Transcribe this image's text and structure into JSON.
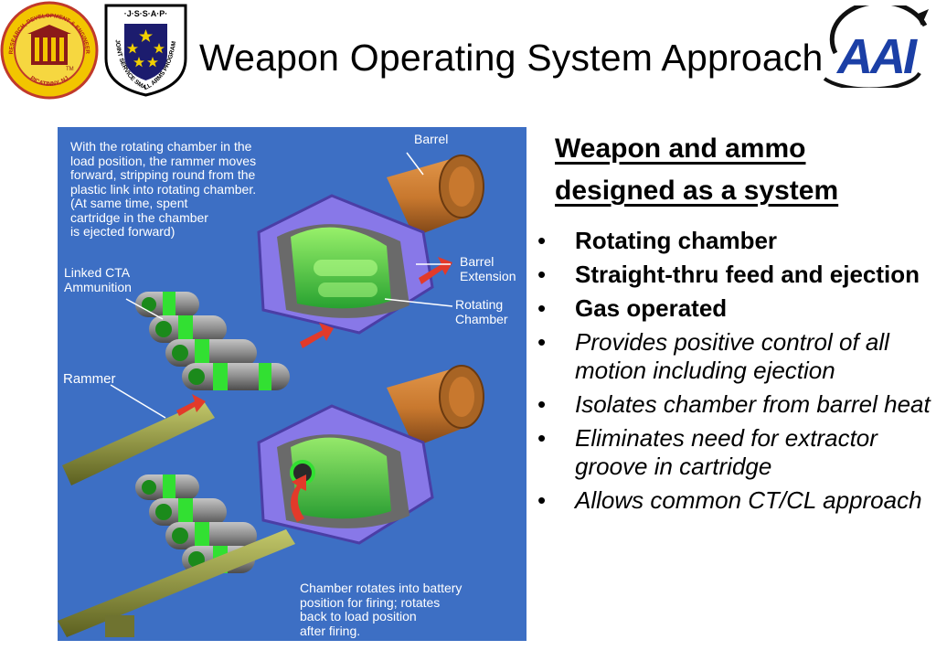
{
  "slide": {
    "title": "Weapon Operating System Approach"
  },
  "logos": {
    "ardec": {
      "top_text": "ARMAMENT RESEARCH, DEVELOPMENT & ENGINEERING CENTER",
      "bottom_text": "PICATINNY, NJ",
      "mark": "TM"
    },
    "jssap": {
      "top_text": "·J·S·S·A·P·",
      "side_text": "JOINT SERVICE SMALL ARMS PROGRAM"
    },
    "aai": {
      "text": "AAI"
    }
  },
  "figure": {
    "labels": {
      "intro_lines": [
        "With the rotating chamber in the",
        "load position, the rammer moves",
        "forward, stripping round from the",
        "plastic link into rotating chamber.",
        "(At same time, spent",
        "cartridge in the chamber",
        "is ejected forward)"
      ],
      "barrel": "Barrel",
      "barrel_extension_lines": [
        "Barrel",
        "Extension"
      ],
      "linked_cta_lines": [
        "Linked CTA",
        "Ammunition"
      ],
      "rotating_chamber_lines": [
        "Rotating",
        "Chamber"
      ],
      "rammer": "Rammer",
      "battery_lines": [
        "Chamber rotates into battery",
        "position for firing; rotates",
        "back to load position",
        "after firing."
      ]
    },
    "colors": {
      "background": "#3d6fc4",
      "housing": "#8878e8",
      "housing_dark": "#5546b8",
      "chamber": "#3fdc3f",
      "barrel": "#c8782e",
      "ammo": "#8c8c8c",
      "arrow": "#e23a2a",
      "rammer": "#8f9640"
    }
  },
  "panel": {
    "heading_lines": [
      "Weapon and ammo",
      "designed as a system"
    ],
    "bullets": [
      {
        "text": "Rotating chamber",
        "style": "bold"
      },
      {
        "text": "Straight-thru feed and ejection",
        "style": "bold"
      },
      {
        "text": "Gas operated",
        "style": "bold"
      },
      {
        "text": "Provides positive control of all motion including ejection",
        "style": "italic"
      },
      {
        "text": "Isolates chamber from barrel heat",
        "style": "italic"
      },
      {
        "text": "Eliminates need for extractor groove in cartridge",
        "style": "italic"
      },
      {
        "text": "Allows common CT/CL approach",
        "style": "italic"
      }
    ]
  }
}
